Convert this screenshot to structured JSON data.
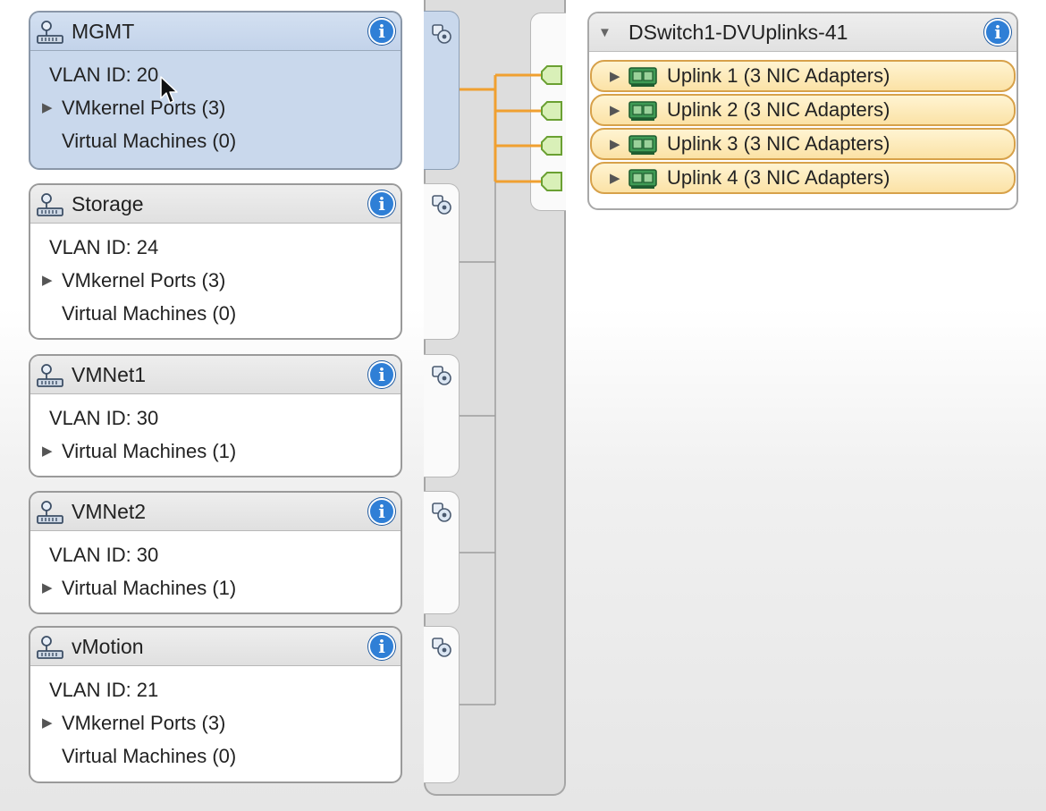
{
  "port_groups": [
    {
      "title": "MGMT",
      "selected": true,
      "vlan": "VLAN ID: 20",
      "items": [
        {
          "label": "VMkernel Ports (3)",
          "expandable": true
        },
        {
          "label": "Virtual Machines (0)",
          "expandable": false
        }
      ]
    },
    {
      "title": "Storage",
      "selected": false,
      "vlan": "VLAN ID: 24",
      "items": [
        {
          "label": "VMkernel Ports (3)",
          "expandable": true
        },
        {
          "label": "Virtual Machines (0)",
          "expandable": false
        }
      ]
    },
    {
      "title": "VMNet1",
      "selected": false,
      "vlan": "VLAN ID: 30",
      "items": [
        {
          "label": "Virtual Machines (1)",
          "expandable": true
        }
      ]
    },
    {
      "title": "VMNet2",
      "selected": false,
      "vlan": "VLAN ID: 30",
      "items": [
        {
          "label": "Virtual Machines (1)",
          "expandable": true
        }
      ]
    },
    {
      "title": "vMotion",
      "selected": false,
      "vlan": "VLAN ID: 21",
      "items": [
        {
          "label": "VMkernel Ports (3)",
          "expandable": true
        },
        {
          "label": "Virtual Machines (0)",
          "expandable": false
        }
      ]
    }
  ],
  "uplink_group": {
    "title": "DSwitch1-DVUplinks-41",
    "uplinks": [
      {
        "label": "Uplink 1 (3 NIC Adapters)"
      },
      {
        "label": "Uplink 2 (3 NIC Adapters)"
      },
      {
        "label": "Uplink 3 (3 NIC Adapters)"
      },
      {
        "label": "Uplink 4 (3 NIC Adapters)"
      }
    ]
  },
  "colors": {
    "link": "#f0a030",
    "selected": "#c9d8ec",
    "info": "#2f7fd6",
    "uplink_fill": "#fbe2a6"
  },
  "icons": {
    "port_group": "network-port-group-icon",
    "info": "info-icon",
    "nic": "nic-adapter-icon",
    "cursor": "mouse-pointer-icon"
  }
}
